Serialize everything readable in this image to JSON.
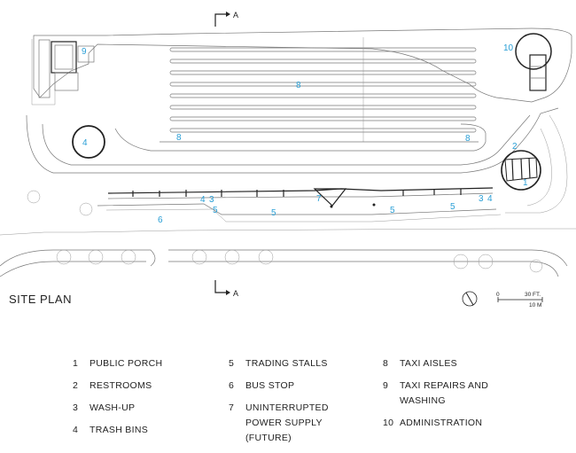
{
  "title": "SITE PLAN",
  "section_marks": [
    "A",
    "A"
  ],
  "scale": {
    "zero": "0",
    "ft": "30 FT.",
    "m": "10 M"
  },
  "plan_numbers": {
    "n9": "9",
    "n10": "10",
    "n8a": "8",
    "n8b": "8",
    "n8c": "8",
    "n4a": "4",
    "n4b": "4",
    "n4c": "4",
    "n2": "2",
    "n1": "1",
    "n3a": "3",
    "n3b": "3",
    "n5a": "5",
    "n5b": "5",
    "n5c": "5",
    "n5d": "5",
    "n7": "7",
    "n6": "6"
  },
  "legend": [
    [
      {
        "num": "1",
        "label": "PUBLIC PORCH"
      },
      {
        "num": "2",
        "label": "RESTROOMS"
      },
      {
        "num": "3",
        "label": "WASH-UP"
      },
      {
        "num": "4",
        "label": "TRASH BINS"
      }
    ],
    [
      {
        "num": "5",
        "label": "TRADING STALLS"
      },
      {
        "num": "6",
        "label": "BUS STOP"
      },
      {
        "num": "7",
        "label": "UNINTERRUPTED POWER SUPPLY (FUTURE)"
      }
    ],
    [
      {
        "num": "8",
        "label": "TAXI AISLES"
      },
      {
        "num": "9",
        "label": "TAXI REPAIRS AND WASHING"
      },
      {
        "num": "10",
        "label": "ADMINISTRATION"
      }
    ]
  ]
}
